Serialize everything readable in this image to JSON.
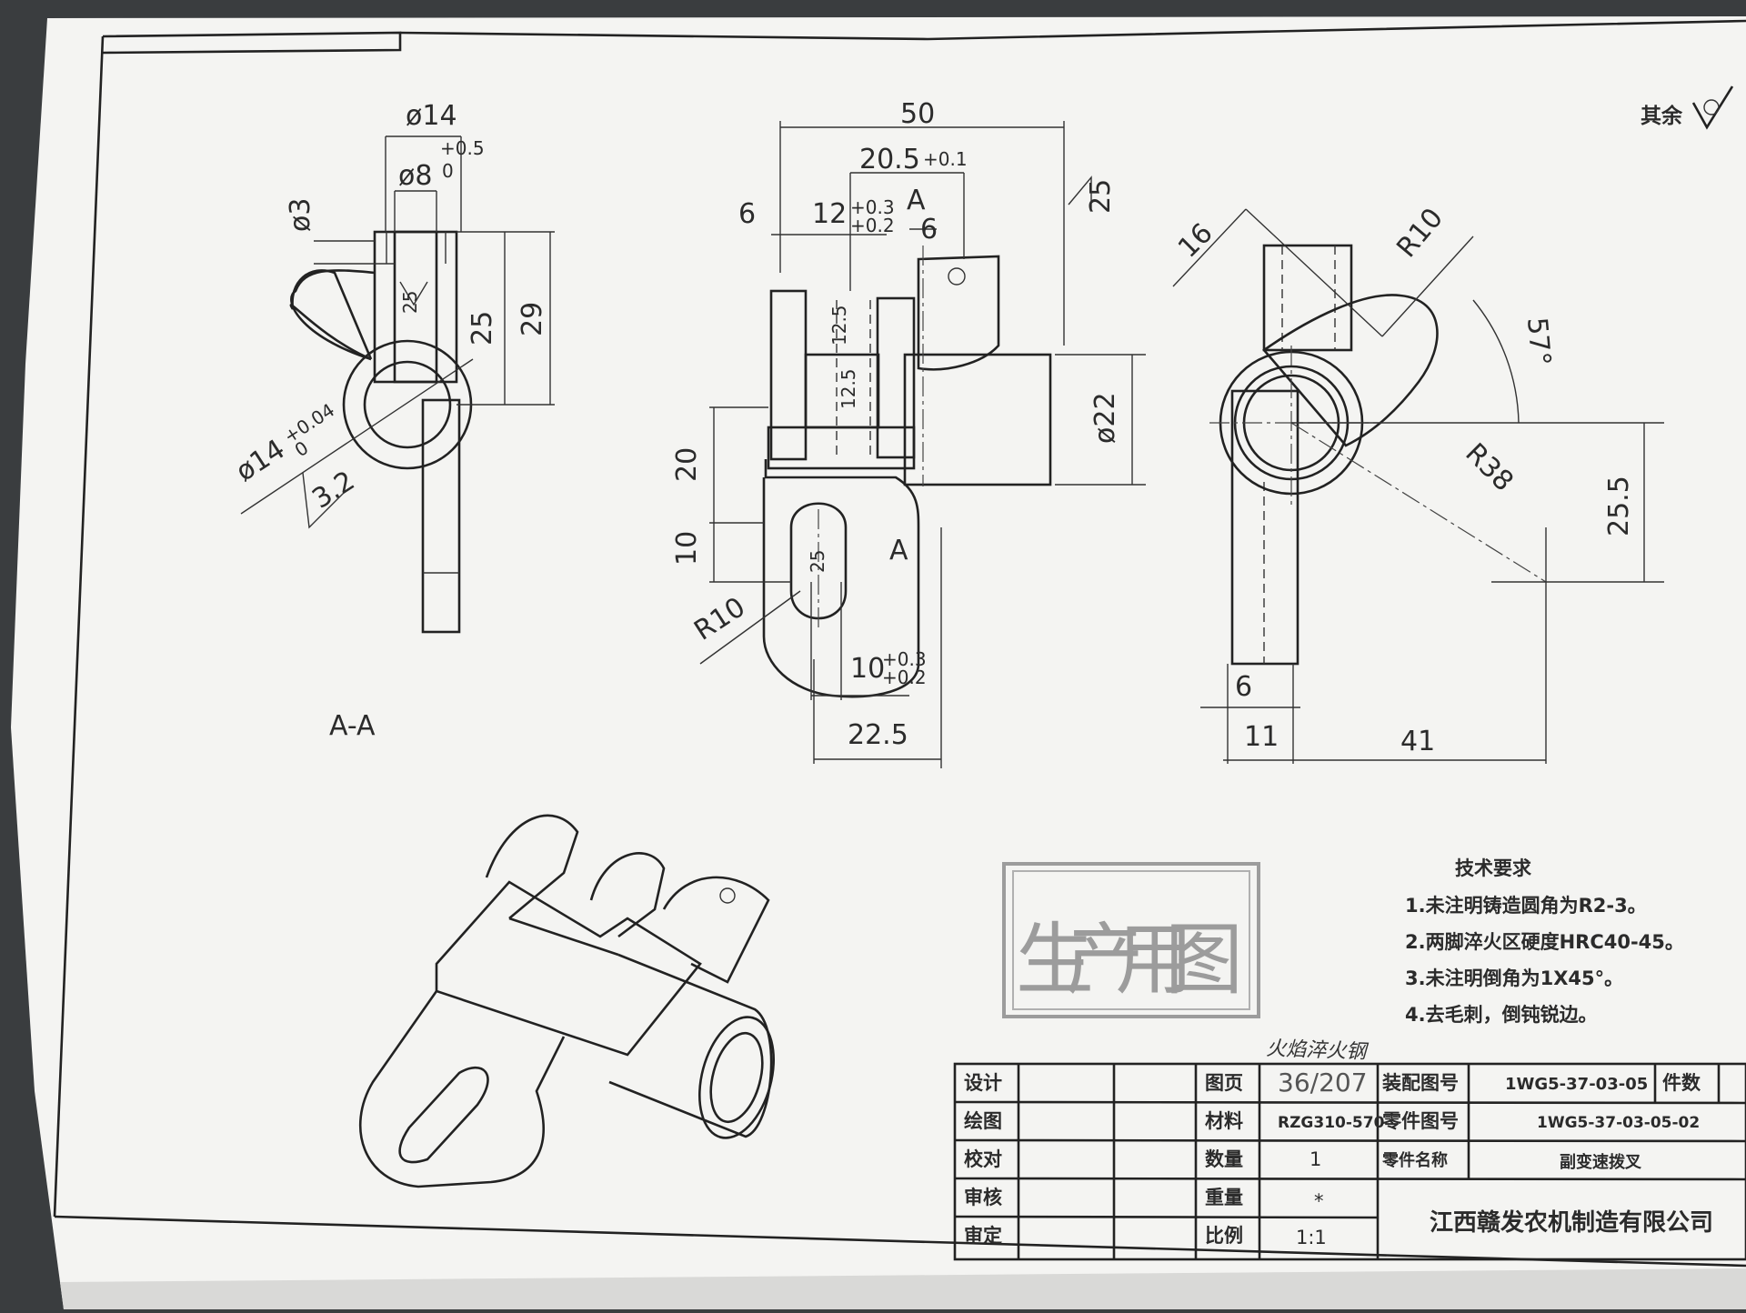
{
  "surface_note": "其余",
  "views": {
    "section_label": "A-A",
    "section_marks": [
      "A",
      "A"
    ]
  },
  "dimensions": {
    "d14_top": "ø14",
    "d8": "ø8",
    "d8_tol_upper": "+0.5",
    "d8_tol_lower": "0",
    "d3": "ø3",
    "h25": "25",
    "h29": "29",
    "d14_bore": "ø14",
    "d14_tol_upper": "+0.04",
    "d14_tol_lower": "0",
    "rough_32": "3.2",
    "rough_25_a": "25",
    "w50": "50",
    "w20_5": "20.5",
    "w20_5_tol": "+0.1",
    "w6_left": "6",
    "w12": "12",
    "w12_tol_upper": "+0.3",
    "w12_tol_lower": "+0.2",
    "w6_right": "6",
    "rough_25_top": "25",
    "rough_125_a": "12.5",
    "rough_125_b": "12.5",
    "d22": "ø22",
    "h20": "20",
    "h10": "10",
    "rough_25_slot": "25",
    "r10_front": "R10",
    "w10": "10",
    "w10_tol_upper": "+0.3",
    "w10_tol_lower": "+0.2",
    "w22_5": "22.5",
    "w16": "16",
    "r10_side": "R10",
    "ang57": "57°",
    "r38": "R38",
    "h25_5": "25.5",
    "w6_side": "6",
    "w11": "11",
    "w41": "41"
  },
  "stamp": "生产用图",
  "notes": {
    "title": "技术要求",
    "items": [
      "1.未注明铸造圆角为R2-3。",
      "2.两脚淬火区硬度HRC40-45。",
      "3.未注明倒角为1X45°。",
      "4.去毛刺，倒钝锐边。"
    ]
  },
  "handwritten_note": "火焰淬火钢",
  "title_block": {
    "roles": [
      "设计",
      "绘图",
      "校对",
      "审核",
      "审定"
    ],
    "page_label": "图页",
    "page_value": "36/207",
    "assembly_label": "装配图号",
    "assembly_value": "1WG5-37-03-05",
    "count_label": "件数",
    "material_label": "材料",
    "material_value": "RZG310-570",
    "part_no_label": "零件图号",
    "part_no_value": "1WG5-37-03-05-02",
    "qty_label": "数量",
    "qty_value": "1",
    "part_name_label": "零件名称",
    "part_name_value": "副变速拨叉",
    "weight_label": "重量",
    "weight_value": "*",
    "scale_label": "比例",
    "scale_value": "1:1",
    "company": "江西赣发农机制造有限公司"
  },
  "colors": {
    "paper": "#f4f4f2",
    "ink": "#222222",
    "stamp": "#9c9c9c",
    "background": "#3a3d3f"
  }
}
